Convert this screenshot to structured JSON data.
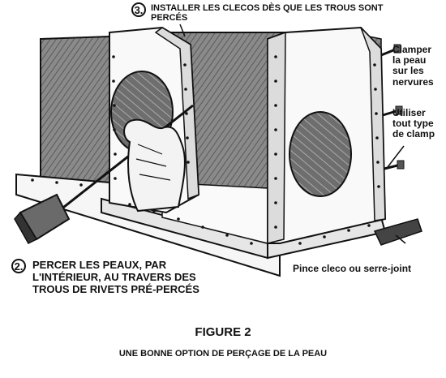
{
  "callouts": {
    "step3": {
      "number": "3.",
      "text": "INSTALLER LES CLECOS DÈS QUE LES TROUS SONT\nPERCÉS"
    },
    "step2": {
      "number": "2.",
      "text": "PERCER LES PEAUX, PAR\nL'INTÉRIEUR, AU TRAVERS DES\nTROUS DE RIVETS PRÉ-PERCÉS"
    },
    "clamp_skin": "Clamper\nla peau\nsur les\nnervures",
    "any_clamp": "Utiliser\ntout type\nde clamp",
    "cleco_pliers": "Pince cleco ou serre-joint"
  },
  "caption": {
    "figure": "FIGURE 2",
    "title": "UNE BONNE OPTION DE PERÇAGE DE LA PEAU"
  }
}
